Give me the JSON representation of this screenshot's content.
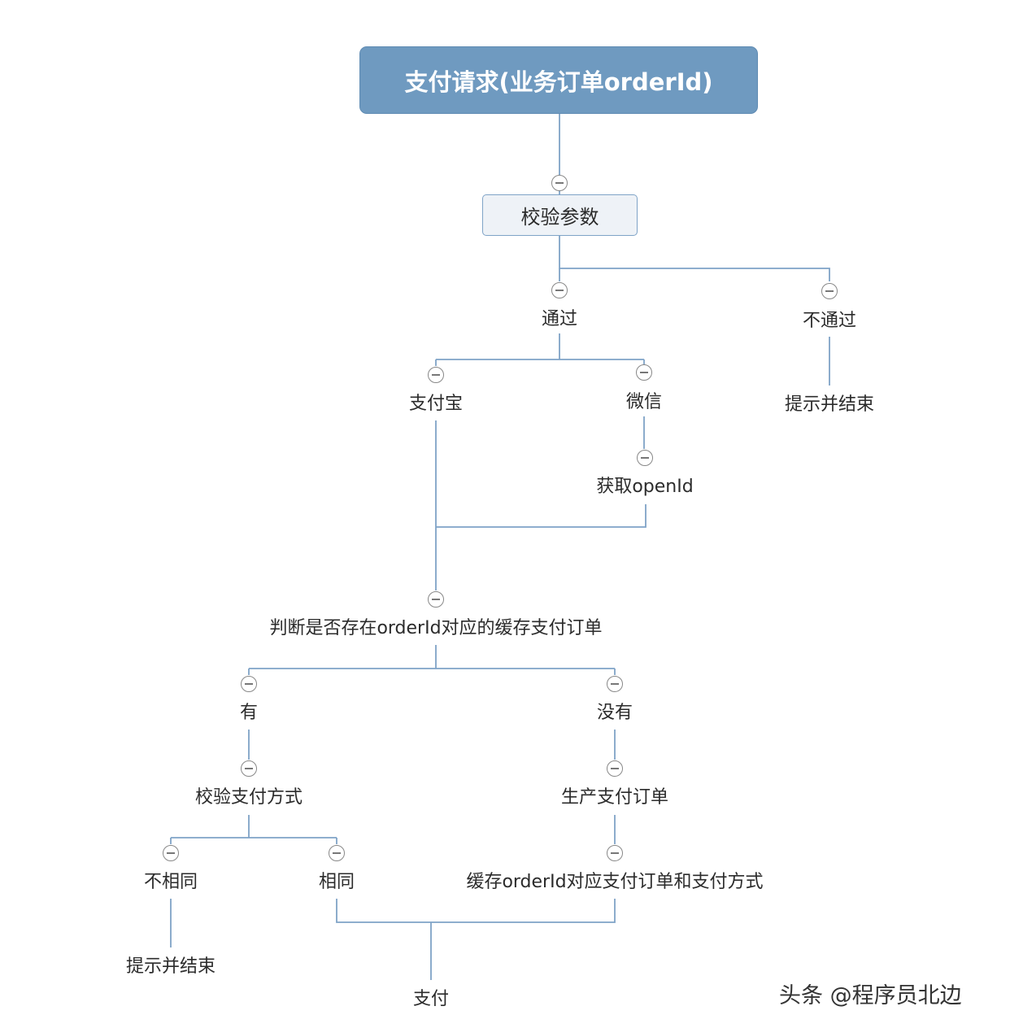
{
  "nodes": {
    "root": "支付请求(业务订单orderId)",
    "validate": "校验参数",
    "pass": "通过",
    "fail": "不通过",
    "fail_end": "提示并结束",
    "alipay": "支付宝",
    "wechat": "微信",
    "get_openid": "获取openId",
    "check_cache": "判断是否存在orderId对应的缓存支付订单",
    "has": "有",
    "none": "没有",
    "check_method": "校验支付方式",
    "create_order": "生产支付订单",
    "different": "不相同",
    "same": "相同",
    "cache_order": "缓存orderId对应支付订单和支付方式",
    "diff_end": "提示并结束",
    "pay": "支付"
  },
  "watermark": "头条 @程序员北边",
  "colors": {
    "root_fill": "#6f9ac0",
    "connector": "#7fa3c7",
    "box_fill": "#eef2f7"
  },
  "toggle_icon": "collapse-minus-icon"
}
